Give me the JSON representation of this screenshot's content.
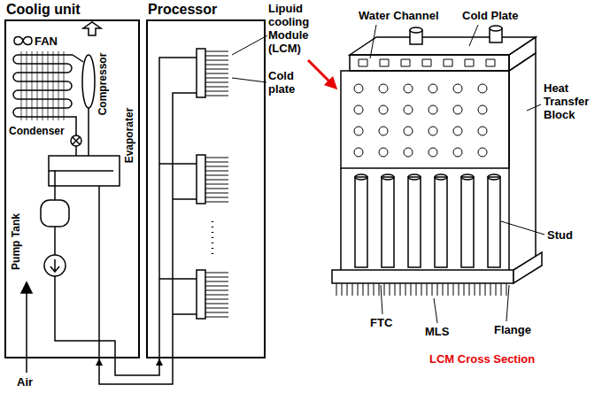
{
  "diagram": {
    "nodes": [
      {
        "text": [
          "Coolig unit"
        ]
      },
      {
        "text": [
          "Processor"
        ]
      }
    ],
    "edges": [
      {
        "from": 0,
        "to": 1,
        "arrow": "to"
      },
      {
        "from": 1,
        "to": 0,
        "arrow": "to"
      }
    ],
    "labels": [
      "FAN",
      "Condenser",
      "Compressor",
      "Evaporater",
      "Pump Tank",
      "Air",
      "Lipuid cooling Module (LCM)",
      "Cold plate",
      "Water Channel",
      "Cold Plate",
      "Heat Transfer Block",
      "Stud",
      "FTC",
      "MLS",
      "Flange",
      "LCM Cross Section"
    ]
  }
}
